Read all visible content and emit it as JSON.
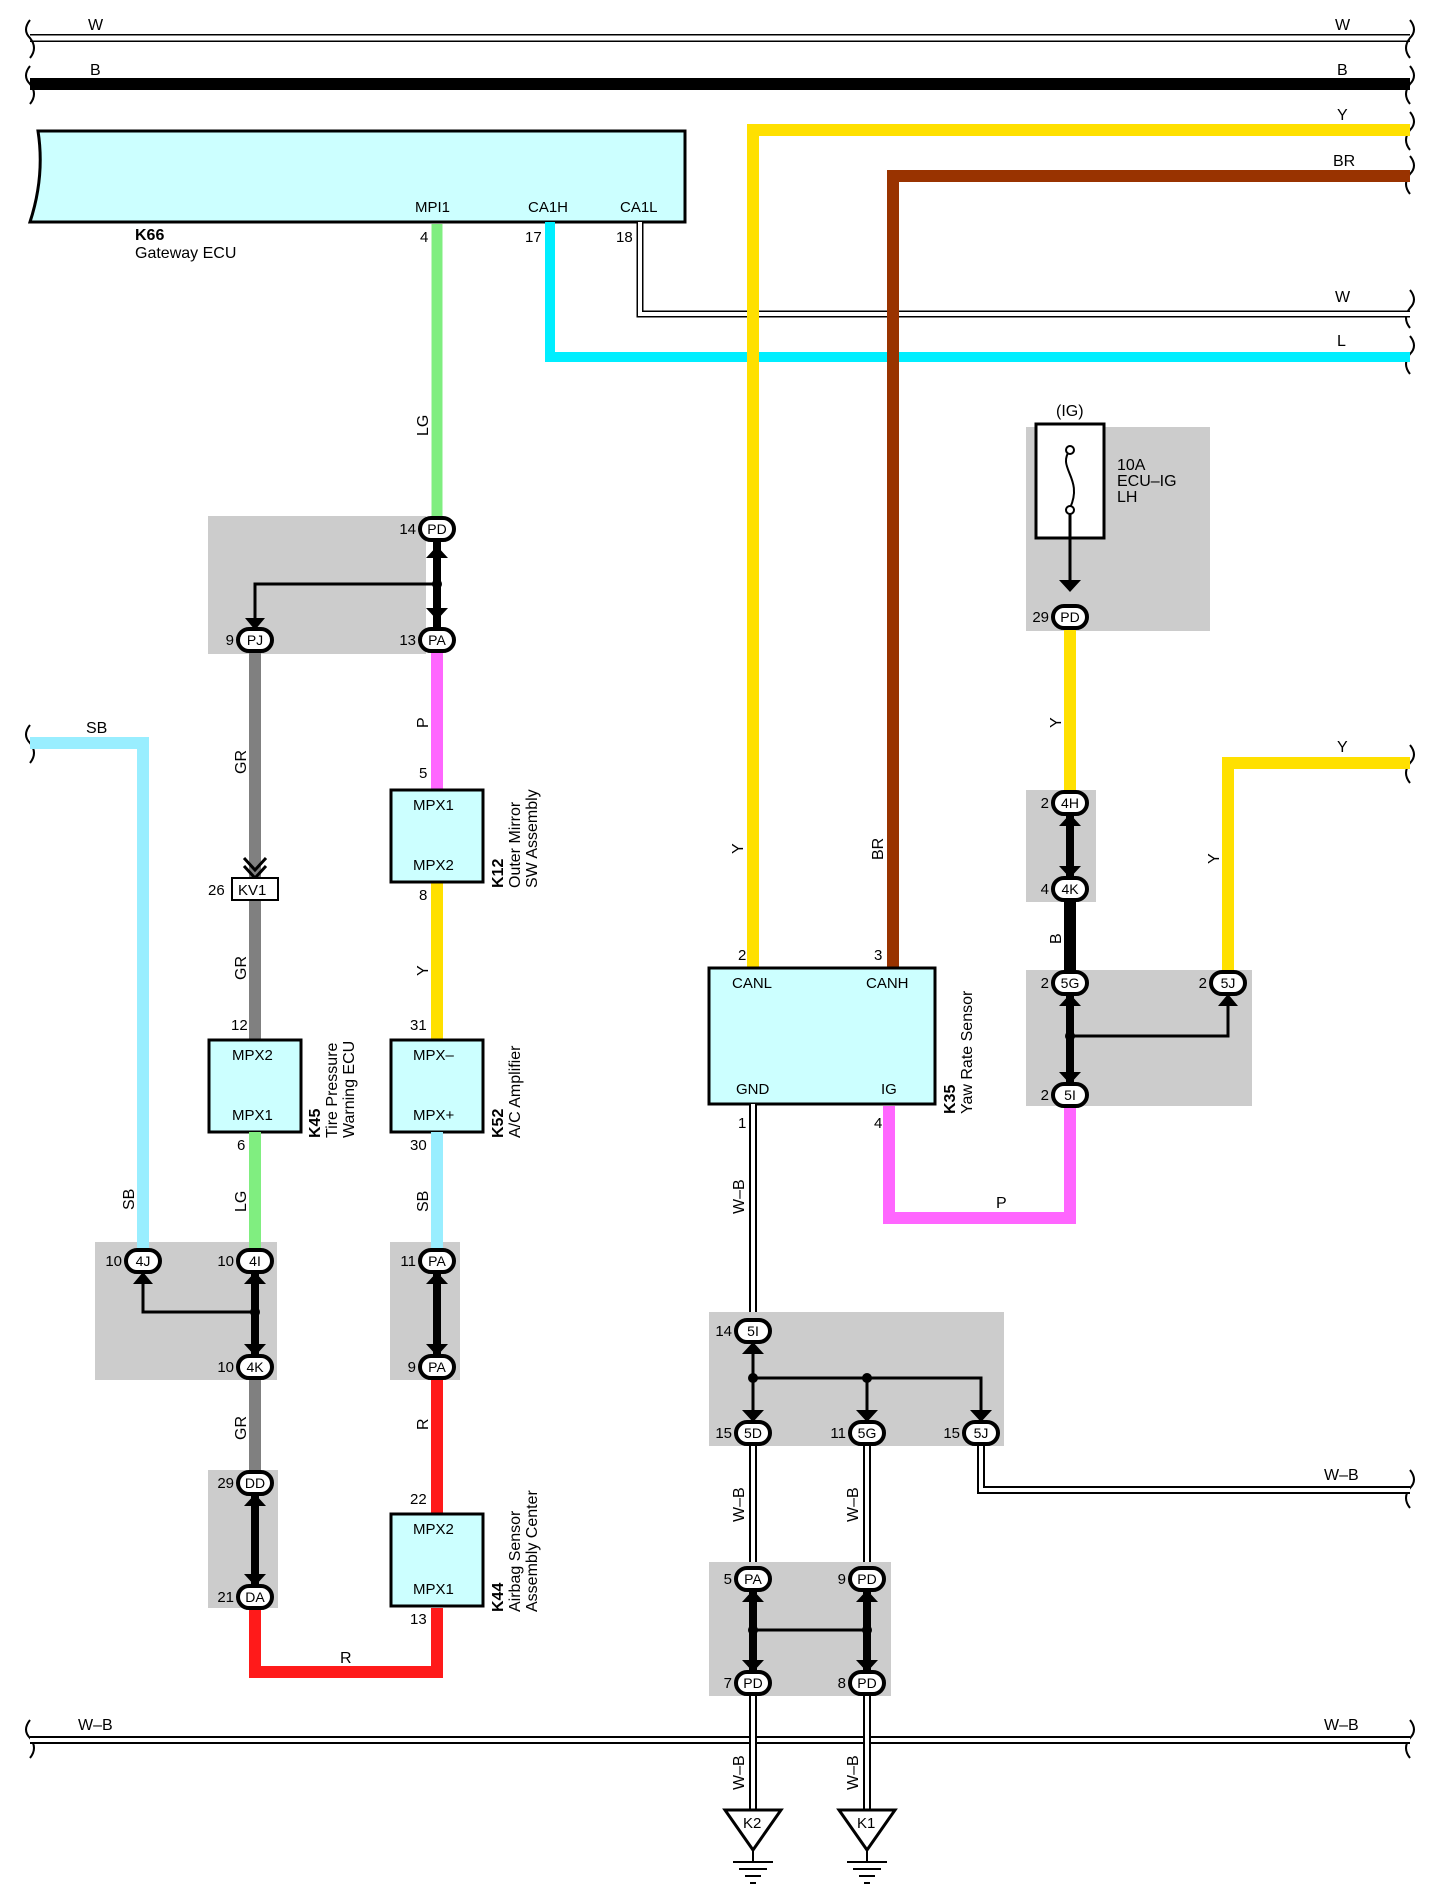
{
  "colors": {
    "W": "#ffffff",
    "B": "#000000",
    "Y": "#ffe000",
    "BR": "#993300",
    "L": "#00eeff",
    "LG": "#80ee80",
    "GR": "#808080",
    "P": "#ff66ff",
    "SB": "#99eeff",
    "R": "#ff1a1a",
    "WB": "#ffffff",
    "component_fill": "#ccffff",
    "junction_fill": "#cccccc"
  },
  "bus_labels": {
    "w_top_left": "W",
    "w_top_right": "W",
    "b_left": "B",
    "b_right": "B",
    "y_right": "Y",
    "br_right": "BR",
    "w_mid_right": "W",
    "l_right": "L",
    "sb_left": "SB",
    "y_right2": "Y",
    "wb_right_5j": "W–B",
    "wb_bottom_left": "W–B",
    "wb_bottom_right": "W–B"
  },
  "wire_labels": {
    "lg_top": "LG",
    "gr_1": "GR",
    "gr_2": "GR",
    "p_1": "P",
    "y_1": "Y",
    "sb_k52": "SB",
    "sb_left": "SB",
    "lg_k45": "LG",
    "gr_3": "GR",
    "r_1": "R",
    "r_bottom": "R",
    "y_k35": "Y",
    "br_k35": "BR",
    "wb_1": "W–B",
    "wb_2": "W–B",
    "wb_3": "W–B",
    "wb_4": "W–B",
    "wb_5": "W–B",
    "p_k35": "P",
    "y_fuse": "Y",
    "b_4k5g": "B",
    "y_5j": "Y"
  },
  "components": {
    "k66": {
      "id": "K66",
      "name": "Gateway ECU",
      "pin_mpi1": "MPI1",
      "pin_ca1h": "CA1H",
      "pin_ca1l": "CA1L",
      "n4": "4",
      "n17": "17",
      "n18": "18"
    },
    "k12": {
      "id": "K12",
      "name1": "Outer Mirror",
      "name2": "SW Assembly",
      "top": "MPX1",
      "bot": "MPX2",
      "n_top": "5",
      "n_bot": "8"
    },
    "k45": {
      "id": "K45",
      "name1": "Tire Pressure",
      "name2": "Warning ECU",
      "top": "MPX2",
      "bot": "MPX1",
      "n_top": "12",
      "n_bot": "6"
    },
    "k52": {
      "id": "K52",
      "name1": "A/C Amplifier",
      "top": "MPX–",
      "bot": "MPX+",
      "n_top": "31",
      "n_bot": "30"
    },
    "k44": {
      "id": "K44",
      "name1": "Airbag Sensor",
      "name2": "Assembly Center",
      "top": "MPX2",
      "bot": "MPX1",
      "n_top": "22",
      "n_bot": "13"
    },
    "k35": {
      "id": "K35",
      "name1": "Yaw Rate Sensor",
      "canl": "CANL",
      "canh": "CANH",
      "gnd": "GND",
      "ig": "IG",
      "n2": "2",
      "n3": "3",
      "n1": "1",
      "n4": "4"
    },
    "fuse": {
      "header": "(IG)",
      "rating": "10A",
      "name1": "ECU–IG",
      "name2": "LH"
    },
    "kv1": {
      "label": "KV1",
      "num": "26"
    },
    "k2": {
      "label": "K2"
    },
    "k1": {
      "label": "K1"
    }
  },
  "connectors": {
    "pd14": {
      "label": "PD",
      "num": "14"
    },
    "pj9": {
      "label": "PJ",
      "num": "9"
    },
    "pa13": {
      "label": "PA",
      "num": "13"
    },
    "j4j": {
      "label": "4J",
      "num": "10"
    },
    "j4i": {
      "label": "4I",
      "num": "10"
    },
    "j4k": {
      "label": "4K",
      "num": "10"
    },
    "pa11": {
      "label": "PA",
      "num": "11"
    },
    "pa9": {
      "label": "PA",
      "num": "9"
    },
    "dd29": {
      "label": "DD",
      "num": "29"
    },
    "da21": {
      "label": "DA",
      "num": "21"
    },
    "pd29": {
      "label": "PD",
      "num": "29"
    },
    "h4": {
      "label": "4H",
      "num": "2"
    },
    "k4": {
      "label": "4K",
      "num": "4"
    },
    "g5": {
      "label": "5G",
      "num": "2"
    },
    "j5": {
      "label": "5J",
      "num": "2"
    },
    "i5": {
      "label": "5I",
      "num": "2"
    },
    "i5b": {
      "label": "5I",
      "num": "14"
    },
    "d5": {
      "label": "5D",
      "num": "15"
    },
    "g5b": {
      "label": "5G",
      "num": "11"
    },
    "j5b": {
      "label": "5J",
      "num": "15"
    },
    "pa5": {
      "label": "PA",
      "num": "5"
    },
    "pd9": {
      "label": "PD",
      "num": "9"
    },
    "pd7": {
      "label": "PD",
      "num": "7"
    },
    "pd8": {
      "label": "PD",
      "num": "8"
    }
  }
}
